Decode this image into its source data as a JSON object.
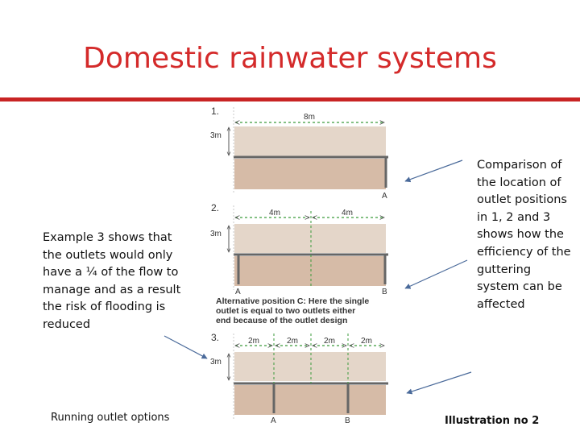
{
  "title": "Domestic rainwater systems",
  "left_note": "Example 3 shows that the outlets would only have a ¼ of the flow to manage and as a result the risk of flooding is reduced",
  "right_note": "Comparison of the location of outlet positions in 1, 2 and 3 shows how the efficiency of the guttering system can be affected",
  "footer_left": "Running outlet options",
  "footer_right": "Illustration no 2",
  "diagram": {
    "panel1": {
      "number": "1.",
      "width_label": "8m",
      "height_label": "3m",
      "outlet_a": "A"
    },
    "panel2": {
      "number": "2.",
      "width_label_left": "4m",
      "width_label_right": "4m",
      "height_label": "3m",
      "outlet_a": "A",
      "outlet_b": "B",
      "caption_line1": "Alternative position C: Here the single",
      "caption_line2": "outlet is equal to two outlets either",
      "caption_line3": "end because of the outlet design"
    },
    "panel3": {
      "number": "3.",
      "segment_labels": [
        "2m",
        "2m",
        "2m",
        "2m"
      ],
      "height_label": "3m",
      "outlet_a": "A",
      "outlet_b": "B"
    }
  },
  "colors": {
    "title": "#d42a2a",
    "rule": "#c82424",
    "wall_light": "#e4d6c9",
    "wall_dark": "#d6bba7",
    "dimension_green": "#3a9a3a",
    "arrow": "#4a6a9a"
  }
}
